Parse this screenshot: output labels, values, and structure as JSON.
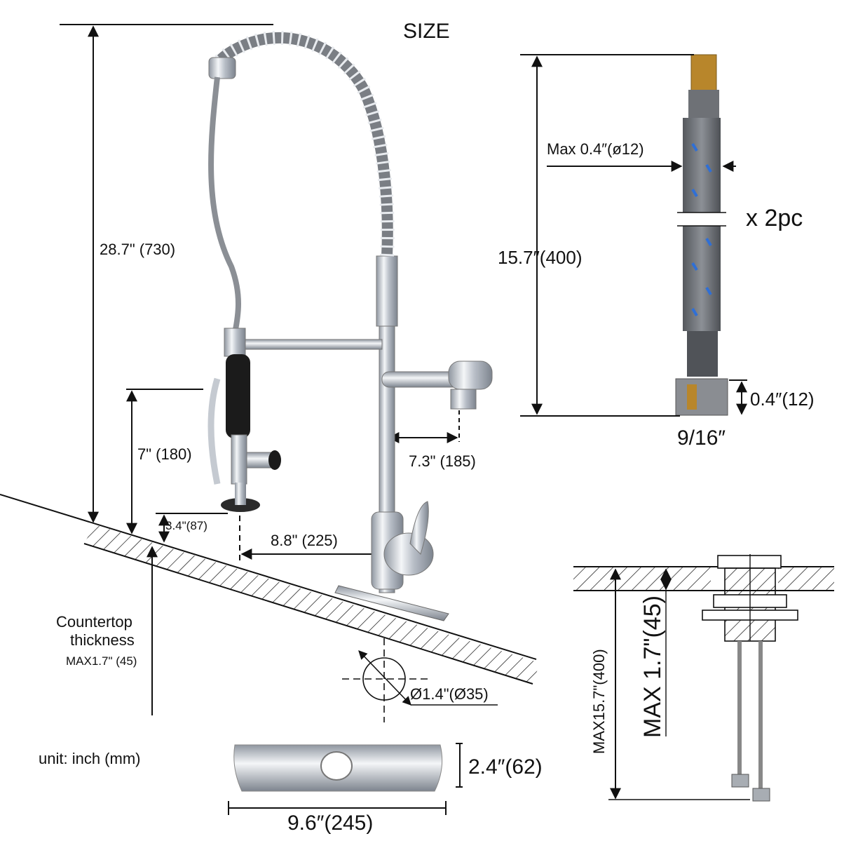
{
  "title": "SIZE",
  "faucet": {
    "height": "28.7\" (730)",
    "spout_reach": "7.3\" (185)",
    "sprayer_height": "7\" (180)",
    "sprayer_base": "3.4\"(87)",
    "sprayer_offset": "8.8\" (225)"
  },
  "countertop": {
    "label_line1": "Countertop",
    "label_line2": "thickness",
    "max": "MAX1.7\" (45)"
  },
  "hole": {
    "diameter": "Ø1.4\"(Ø35)"
  },
  "unit": "unit: inch (mm)",
  "deck_plate": {
    "height": "2.4″(62)",
    "width": "9.6″(245)"
  },
  "hose": {
    "max_diameter": "Max 0.4″(ø12)",
    "quantity": "x 2pc",
    "length": "15.7″(400)",
    "nut_height": "0.4″(12)",
    "thread": "9/16″"
  },
  "install": {
    "max_total": "MAX15.7\"(400)",
    "max_thickness": "MAX 1.7\"(45)"
  },
  "colors": {
    "line": "#111111",
    "chrome": "#c9ced6",
    "hose": "#6b6e73",
    "braid": "#2f6fd6",
    "brass": "#b8862b"
  }
}
